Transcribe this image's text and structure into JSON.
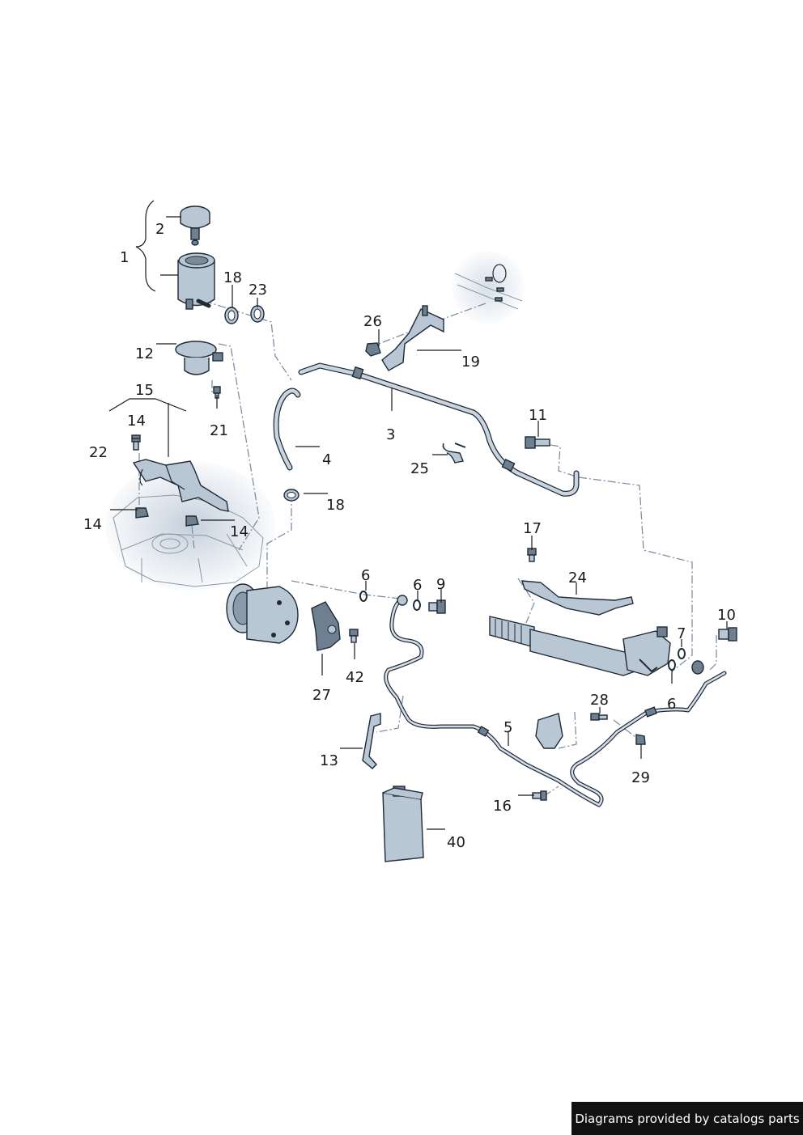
{
  "diagram": {
    "callouts": {
      "c1": "1",
      "c2": "2",
      "c3": "3",
      "c4": "4",
      "c5": "5",
      "c6a": "6",
      "c6b": "6",
      "c6c": "6",
      "c7": "7",
      "c9": "9",
      "c10": "10",
      "c11": "11",
      "c12": "12",
      "c13": "13",
      "c14a": "14",
      "c14b": "14",
      "c14c": "14",
      "c15": "15",
      "c16": "16",
      "c17": "17",
      "c18a": "18",
      "c18b": "18",
      "c19": "19",
      "c21": "21",
      "c22": "22",
      "c23": "23",
      "c24": "24",
      "c25": "25",
      "c26": "26",
      "c27": "27",
      "c28": "28",
      "c29": "29",
      "c40": "40",
      "c42": "42"
    },
    "colors": {
      "part_fill": "#b9c6d3",
      "outline": "#1e2a36",
      "leader": "#1a1a1a",
      "dash": "#7d8fa6",
      "body_shade": "#dfe6ee"
    }
  },
  "footer": {
    "credit": "Diagrams provided by catalogs parts"
  }
}
